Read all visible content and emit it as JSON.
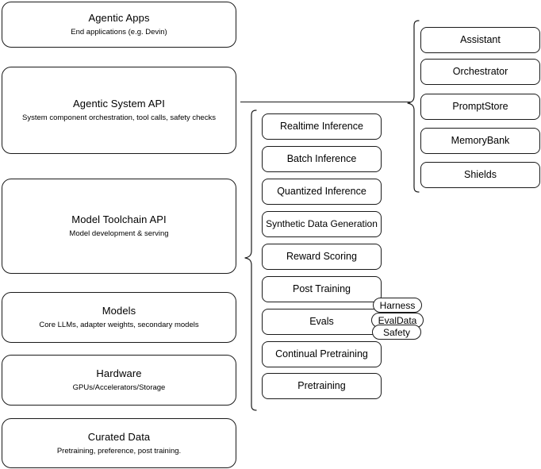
{
  "diagram": {
    "title": "Agentic AI Stack Layers",
    "line_color": "#1a1a1a",
    "background": "#ffffff"
  },
  "stack": {
    "layers": [
      {
        "title": "Agentic Apps",
        "subtitle": "End applications (e.g. Devin)"
      },
      {
        "title": "Agentic System API",
        "subtitle": "System component orchestration, tool calls, safety checks"
      },
      {
        "title": "Model Toolchain API",
        "subtitle": "Model development & serving"
      },
      {
        "title": "Models",
        "subtitle": "Core LLMs, adapter weights, secondary models"
      },
      {
        "title": "Hardware",
        "subtitle": "GPUs/Accelerators/Storage"
      },
      {
        "title": "Curated Data",
        "subtitle": "Pretraining, preference, post training."
      }
    ]
  },
  "toolchain": {
    "items": [
      {
        "label": "Realtime Inference"
      },
      {
        "label": "Batch Inference"
      },
      {
        "label": "Quantized Inference"
      },
      {
        "label": "Synthetic Data Generation"
      },
      {
        "label": "Reward Scoring"
      },
      {
        "label": "Post Training"
      },
      {
        "label": "Evals"
      },
      {
        "label": "Continual Pretraining"
      },
      {
        "label": "Pretraining"
      }
    ]
  },
  "eval_tags": {
    "items": [
      {
        "label": "Harness"
      },
      {
        "label": "EvalData"
      },
      {
        "label": "Safety"
      }
    ]
  },
  "agentic_components": {
    "items": [
      {
        "label": "Assistant"
      },
      {
        "label": "Orchestrator"
      },
      {
        "label": "PromptStore"
      },
      {
        "label": "MemoryBank"
      },
      {
        "label": "Shields"
      }
    ]
  }
}
